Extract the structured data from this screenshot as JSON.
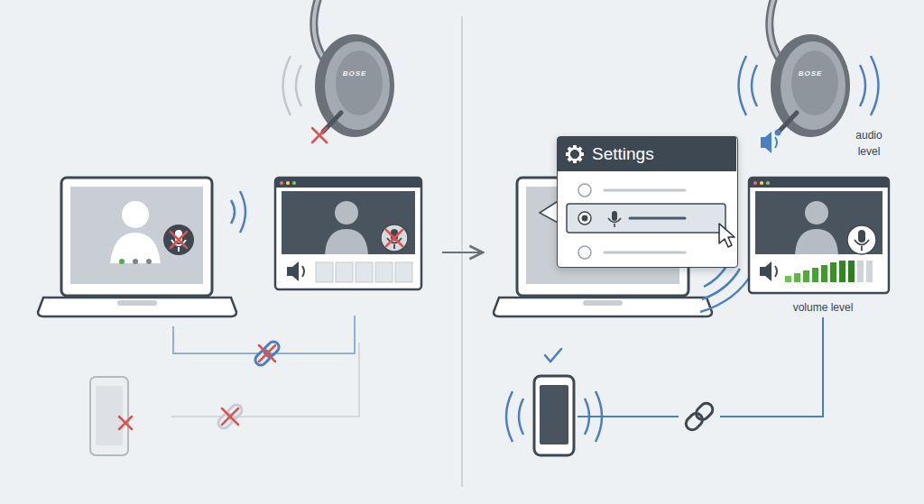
{
  "diagram": {
    "nodes": [
      {
        "text": [
          "Settings"
        ]
      }
    ],
    "labels": [
      "BOSE",
      "BOSE",
      "audio level",
      "volume level"
    ]
  }
}
